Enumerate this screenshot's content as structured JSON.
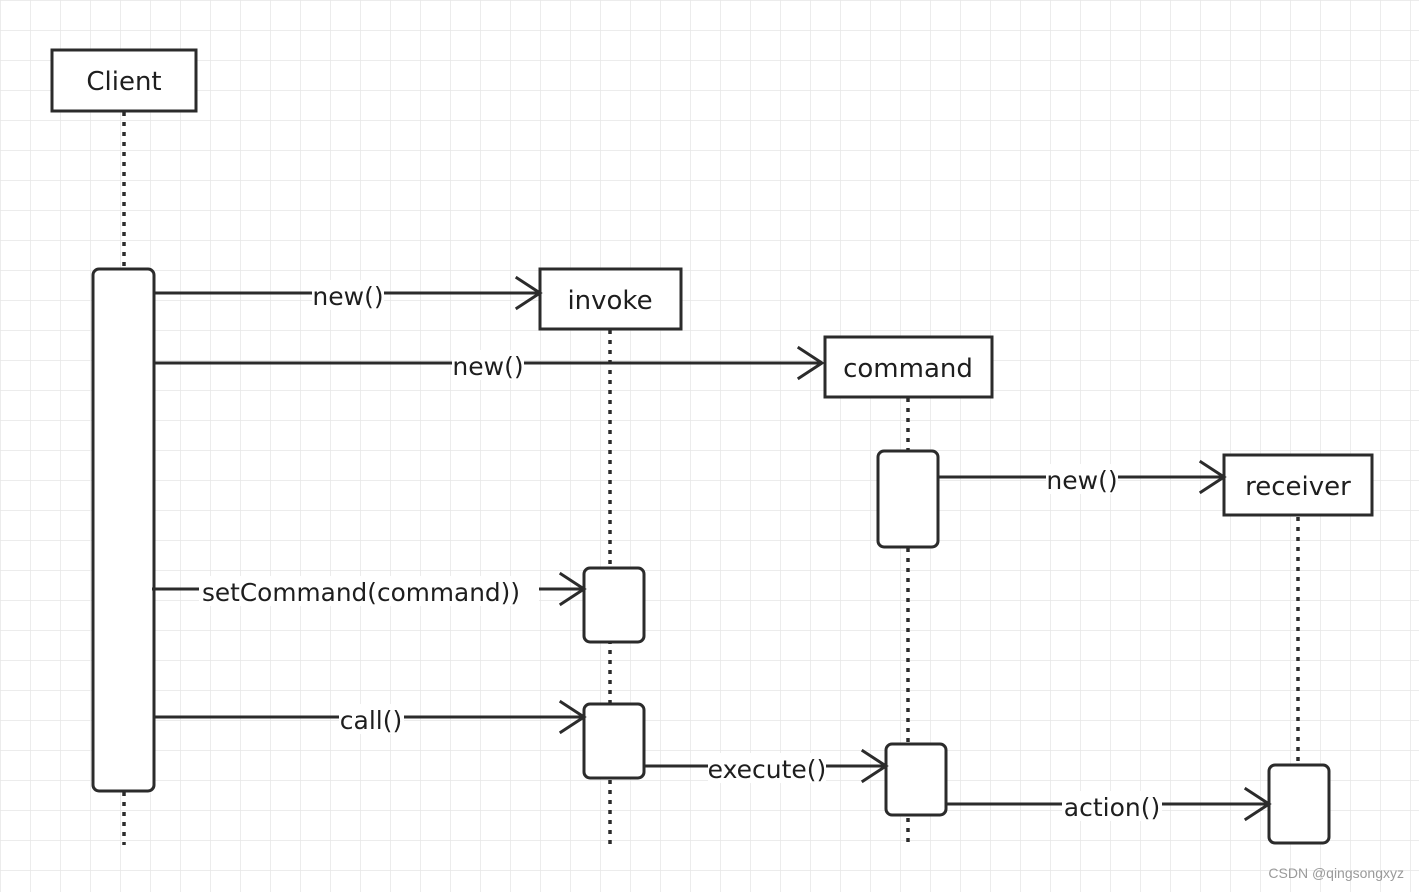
{
  "diagram": {
    "objects": {
      "client": "Client",
      "invoke": "invoke",
      "command": "command",
      "receiver": "receiver"
    },
    "messages": {
      "m1": "new()",
      "m2": "new()",
      "m3": "new()",
      "m4": "setCommand(command))",
      "m5": "call()",
      "m6": "execute()",
      "m7": "action()"
    }
  },
  "watermark": "CSDN @qingsongxyz",
  "colors": {
    "background": "#ffffff",
    "grid": "#e6e6e6",
    "ink": "#2b2b2b"
  }
}
